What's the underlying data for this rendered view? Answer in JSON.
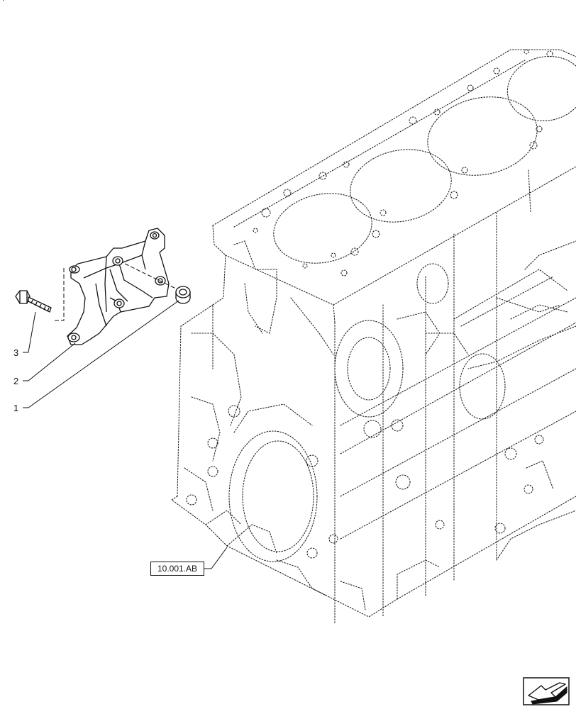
{
  "corner_mark": "·",
  "callouts": {
    "item_3": "3",
    "item_2": "2",
    "item_1": "1"
  },
  "reference": {
    "label": "10.001.AB"
  },
  "icons": {
    "navigation": "next-page-arrow-icon"
  }
}
